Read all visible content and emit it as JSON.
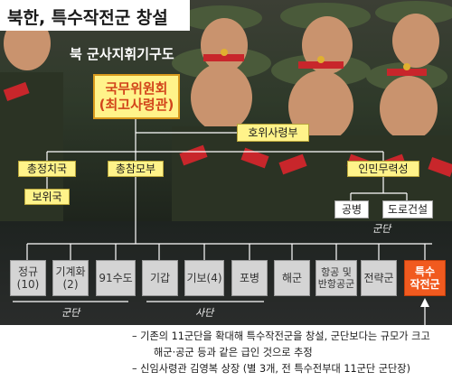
{
  "headline": "북한, 특수작전군 창설",
  "subtitle": "북 군사지휘기구도",
  "top": {
    "line1": "국무위원회",
    "line2": "(최고사령관)"
  },
  "guard_command": "호위사령부",
  "general_political": "총정치국",
  "security": "보위국",
  "general_staff": "총참모부",
  "peoples_armed_forces": "인민무력성",
  "engineer": "공병",
  "road_construction": "도로건설",
  "corps_label_1": "군단",
  "bottom": {
    "regular": [
      "정규",
      "(10)"
    ],
    "mechanized": [
      "기계화",
      "(2)"
    ],
    "capital_91": "91수도",
    "armor": "기갑",
    "infantry": "기보(4)",
    "artillery": "포병",
    "navy": "해군",
    "air_force": [
      "항공 및",
      "반항공군"
    ],
    "strategic": "전략군",
    "special_ops": [
      "특수",
      "작전군"
    ]
  },
  "corps_label_2": "군단",
  "division_label": "사단",
  "notes": [
    "– 기존의 11군단을 확대해 특수작전군을 창설, 군단보다는 규모가 크고",
    "해군·공군 등과 같은 급인 것으로 추정",
    "– 신임사령관 김영복 상장 (별 3개, 전 특수전부대 11군단 군단장)"
  ],
  "colors": {
    "highlight": "#f15a1f",
    "top_text": "#d2451b",
    "yellow_box": "#fff38a"
  }
}
